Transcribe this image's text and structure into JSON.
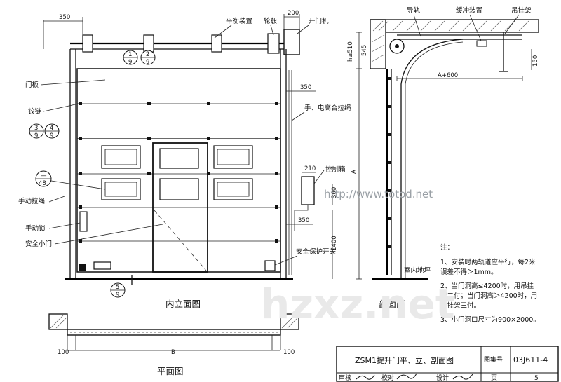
{
  "labels": {
    "balance_device": "平衡装置",
    "pulley": "轮毂",
    "opener": "开门机",
    "door_panel": "门板",
    "hinge": "铰链",
    "hand_electric_rope": "手、电高合拉绳",
    "control_box": "控制箱",
    "manual_rope": "手动拉绳",
    "manual_lock": "手动锁",
    "wicket_door": "安全小门",
    "safety_switch": "安全保护开关",
    "guide_rail": "导轨",
    "buffer_device": "缓冲装置",
    "hanger": "吊挂架",
    "indoor_floor": "室内地坪"
  },
  "dims": {
    "d350_top": "350",
    "d200": "200",
    "d350_mid": "350",
    "d210": "210",
    "d300": "300",
    "d350_low": "350",
    "d1400": "1400",
    "d100_left": "100",
    "d_b": "B",
    "d100_right": "100",
    "h510": "h≥510",
    "d545": "545",
    "a600": "A+600",
    "d_a": "A",
    "d150": "150"
  },
  "refs": {
    "r1": {
      "num": "1",
      "den": "9"
    },
    "r2": {
      "num": "2",
      "den": "9"
    },
    "r3": {
      "num": "3",
      "den": "9"
    },
    "r4": {
      "num": "4",
      "den": "9"
    },
    "r48": {
      "num": "—",
      "den": "48"
    },
    "r5": {
      "num": "5",
      "den": "9"
    }
  },
  "captions": {
    "elevation": "内立面图",
    "section": "剖面图",
    "plan": "平面图"
  },
  "notes": {
    "title": "注：",
    "n1a": "1、安装时两轨道应平行，每2米",
    "n1b": "误差不得＞1mm。",
    "n2a": "2、当门洞高≤4200时，用吊挂",
    "n2b": "架二付；当门洞高＞4200时，用",
    "n2c": "吊挂架三付。",
    "n3": "3、小门洞口尺寸为900×2000。"
  },
  "watermarks": {
    "url": "http://www.totod.net",
    "site": "hzxz.net"
  },
  "titleblock": {
    "title": "ZSM1提升门平、立、剖面图",
    "atlas_label": "图集号",
    "atlas_no": "03J611-4",
    "review": "审核",
    "check": "校对",
    "design": "设计",
    "page_label": "页",
    "page_no": "5"
  }
}
